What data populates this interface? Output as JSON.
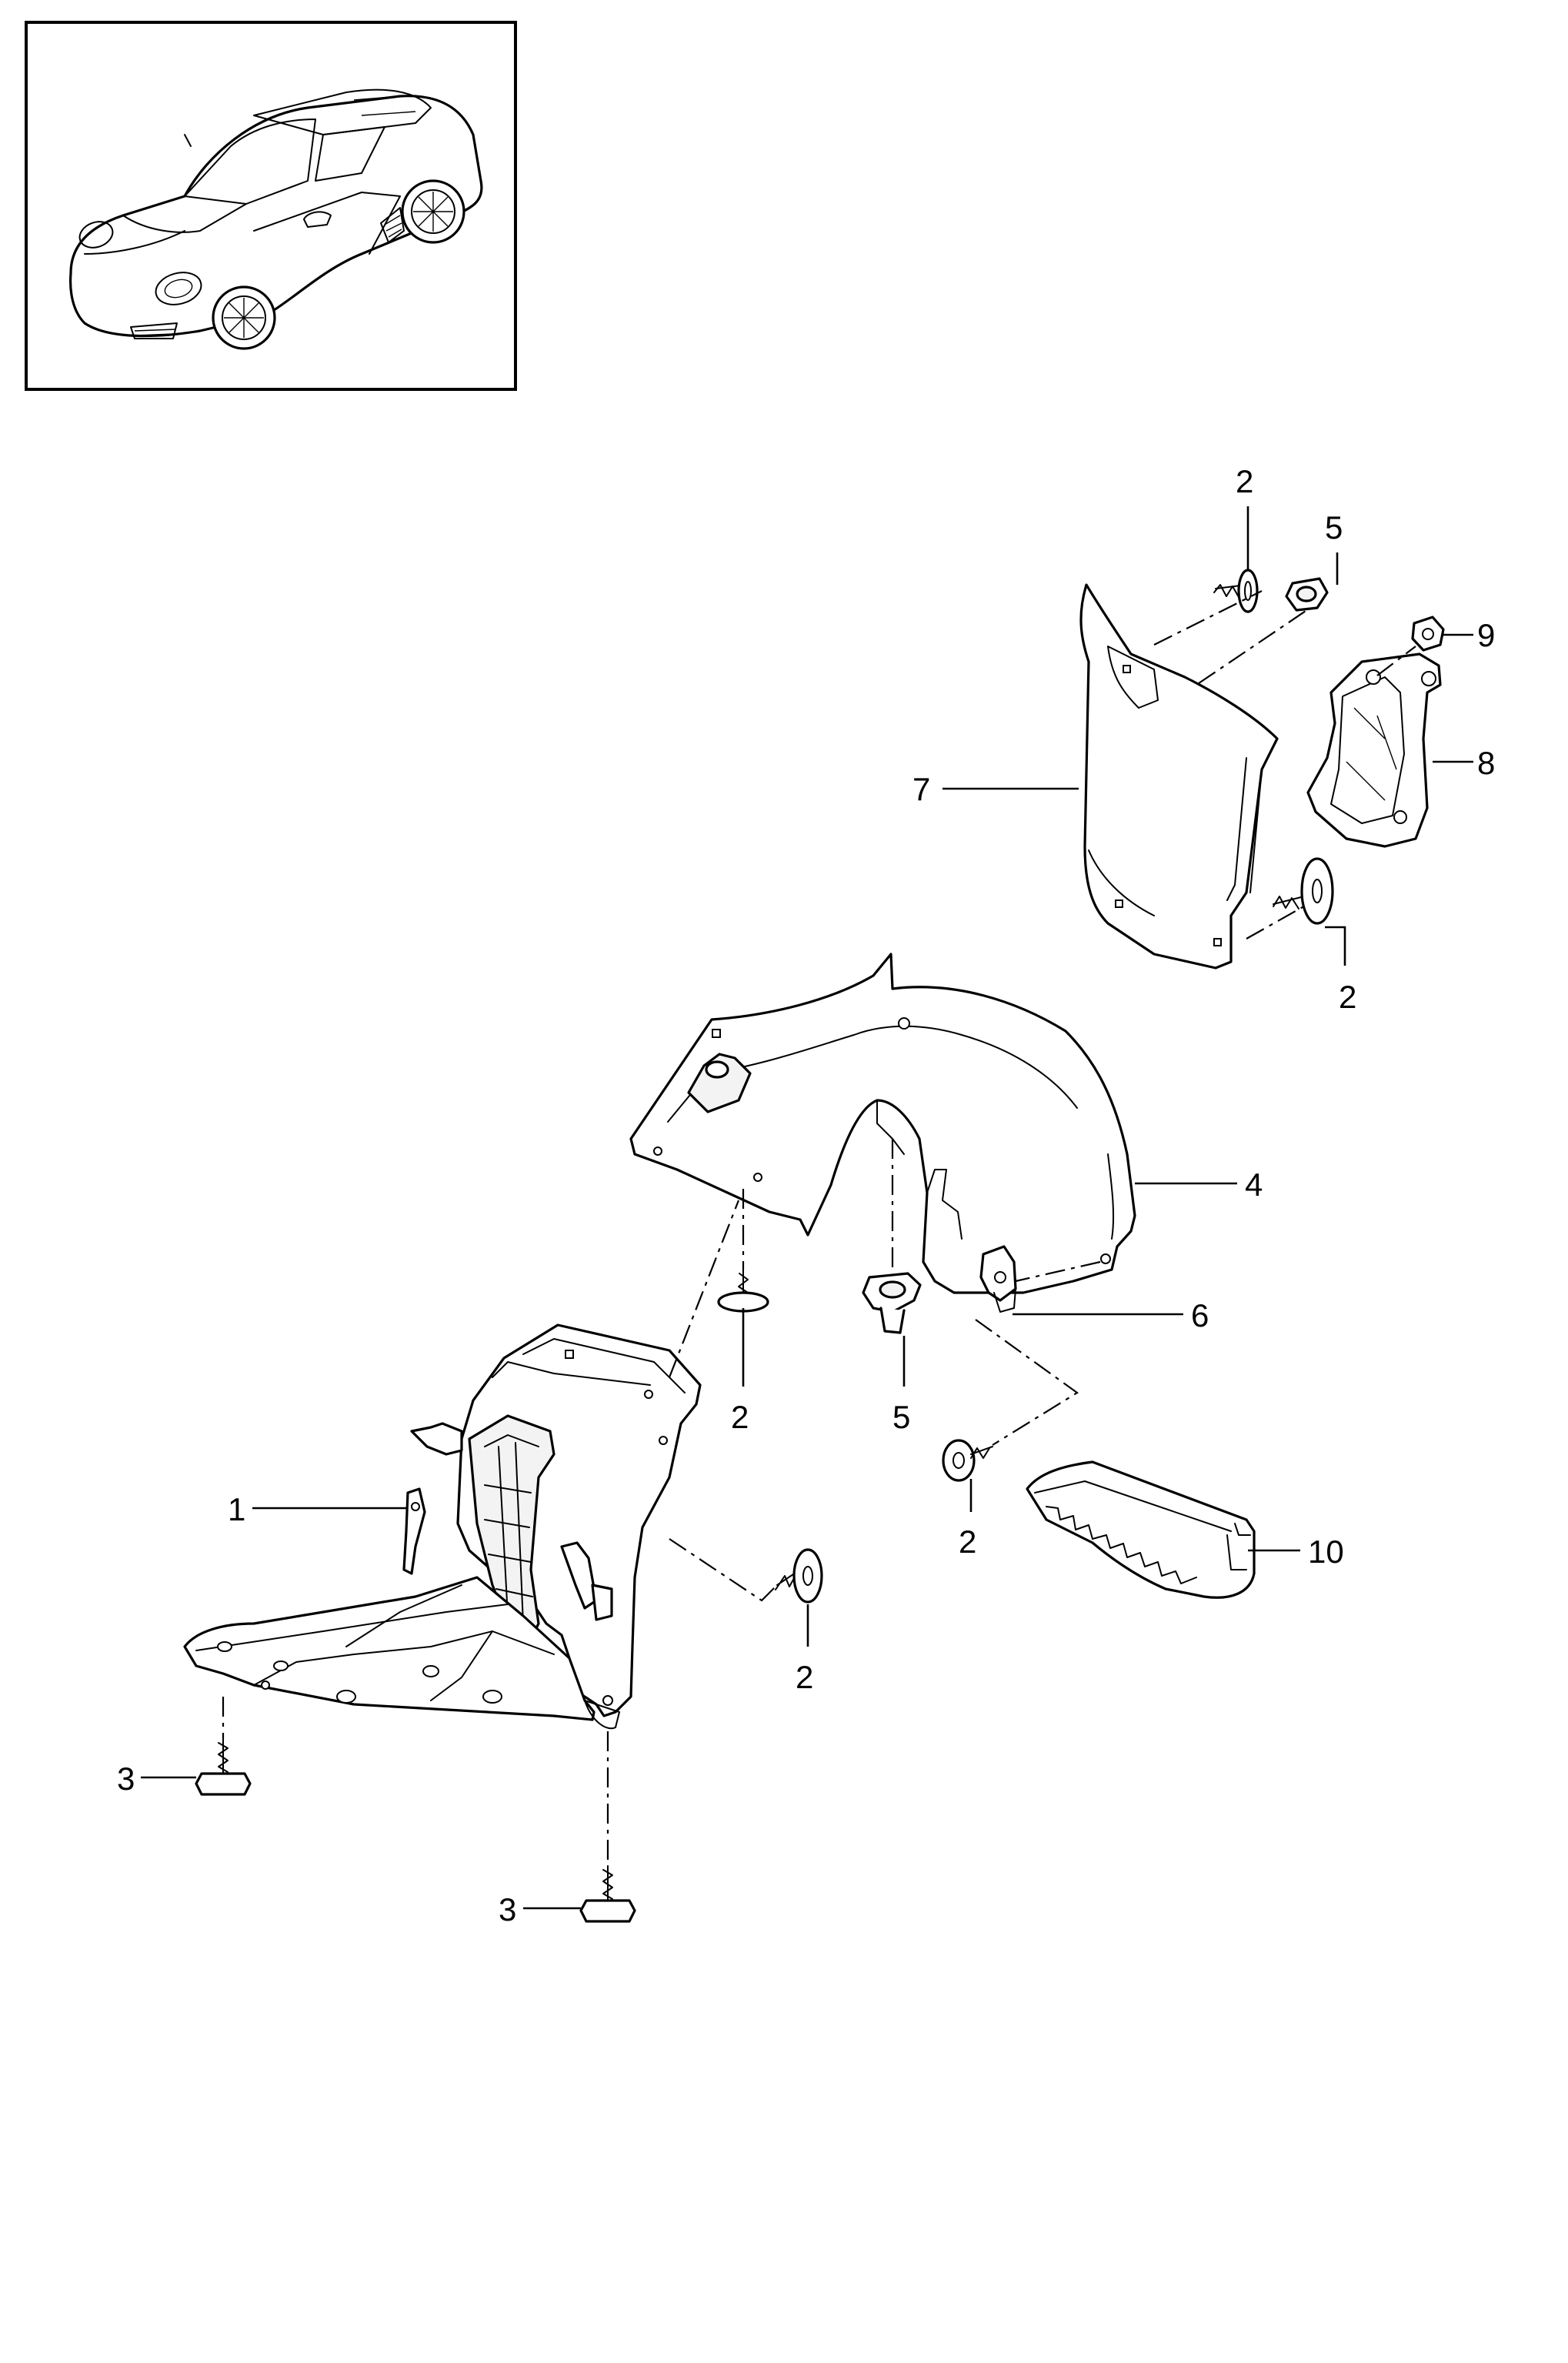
{
  "callouts": {
    "c1": "1",
    "c2_top": "2",
    "c2_right": "2",
    "c2_mid": "2",
    "c2_clip": "2",
    "c2_front": "2",
    "c3_left": "3",
    "c3_bottom": "3",
    "c4": "4",
    "c5_top": "5",
    "c5_mid": "5",
    "c6": "6",
    "c7": "7",
    "c8": "8",
    "c9": "9",
    "c10": "10"
  }
}
